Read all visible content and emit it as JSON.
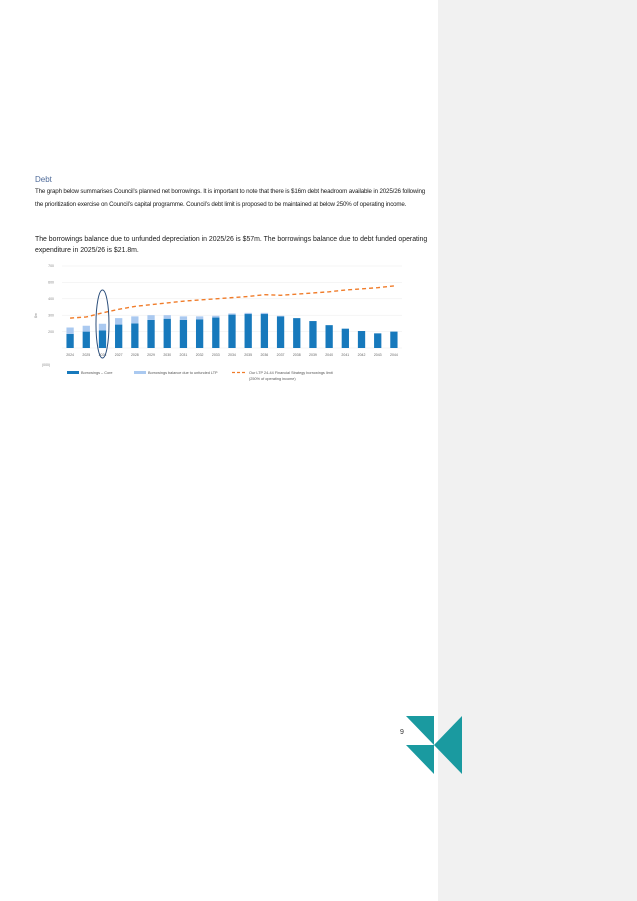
{
  "section": {
    "heading": "Debt",
    "paragraph1": "The graph below summarises Council’s planned net borrowings. It is important to note that there is $16m debt headroom available in 2025/26 following the prioritization exercise on Council’s capital programme. Council’s debt limit is proposed to be maintained at below 250% of operating income.",
    "paragraph2": "The borrowings balance due to unfunded depreciation in 2025/26 is $57m. The borrowings balance due to debt funded operating expenditure in 2025/26 is $21.8m."
  },
  "page_number": "9",
  "colors": {
    "core": "#1779bc",
    "unfunded": "#aac9f0",
    "limit_line": "#f07c2a",
    "highlight_ellipse": "#2a4d7a",
    "logo": "#1a9aa0",
    "comment_pane": "#f1f1f1"
  },
  "chart_data": {
    "type": "bar",
    "categories": [
      "2024",
      "2025",
      "2026",
      "2027",
      "2028",
      "2029",
      "2030",
      "2031",
      "2032",
      "2033",
      "2034",
      "2035",
      "2036",
      "2037",
      "2038",
      "2039",
      "2040",
      "2041",
      "2042",
      "2043",
      "2044"
    ],
    "yticks": [
      "700",
      "600",
      "400",
      "300",
      "200",
      ""
    ],
    "ylabel": "$m",
    "ylim": [
      0,
      700
    ],
    "extra_label": "(000)",
    "highlighted_category": "2026",
    "series": [
      {
        "name": "Borrowings – Core",
        "kind": "bar",
        "values": [
          120,
          140,
          150,
          200,
          210,
          240,
          250,
          240,
          245,
          260,
          285,
          290,
          290,
          270,
          255,
          230,
          195,
          165,
          145,
          125,
          140
        ]
      },
      {
        "name": "Borrowings balance due to unfunded LTP",
        "kind": "bar-stack",
        "values": [
          55,
          50,
          57,
          55,
          60,
          40,
          30,
          30,
          25,
          15,
          10,
          10,
          10,
          5,
          0,
          0,
          0,
          0,
          0,
          0,
          0
        ]
      },
      {
        "name": "Our LTP 24-44 Financial Strategy borrowings limit (250% of operating income)",
        "kind": "line",
        "values": [
          255,
          265,
          300,
          330,
          355,
          370,
          385,
          400,
          410,
          420,
          430,
          440,
          455,
          450,
          460,
          470,
          480,
          495,
          505,
          515,
          530
        ]
      }
    ],
    "legend": {
      "position": "bottom",
      "items": [
        "Borrowings – Core",
        "Borrowings balance due to unfunded LTP",
        "Our LTP 24-44 Financial Strategy borrowings limit",
        "(250% of operating income)"
      ]
    },
    "grid": true
  }
}
